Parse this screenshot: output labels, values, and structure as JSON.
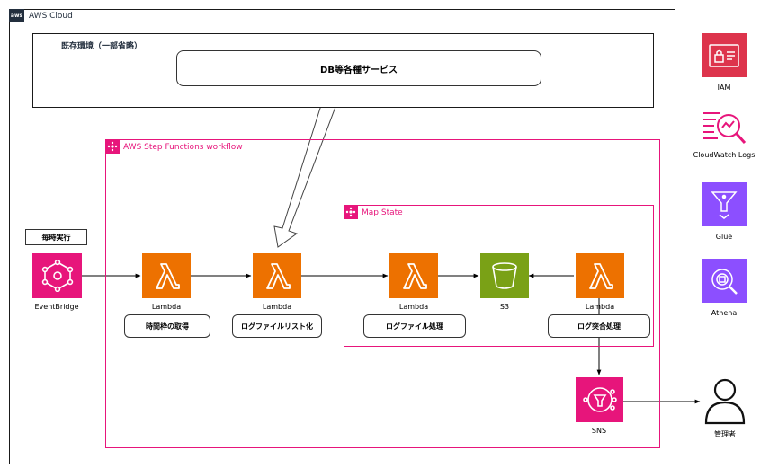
{
  "groups": {
    "aws_cloud": "AWS Cloud",
    "existing_env": "既存環境（一部省略）",
    "step_functions": "AWS Step Functions workflow",
    "map_state": "Map State"
  },
  "boxes": {
    "db_services": "DB等各種サービス",
    "hourly_run": "毎時実行",
    "get_time_window": "時間枠の取得",
    "list_log_files": "ログファイルリスト化",
    "process_log_file": "ログファイル処理",
    "log_matching": "ログ突合処理"
  },
  "services": {
    "eventbridge": "EventBridge",
    "lambda_1": "Lambda",
    "lambda_2": "Lambda",
    "lambda_3": "Lambda",
    "lambda_4": "Lambda",
    "s3": "S3",
    "sns": "SNS",
    "admin": "管理者"
  },
  "legend": {
    "iam": "IAM",
    "cloudwatch": "CloudWatch Logs",
    "glue": "Glue",
    "athena": "Athena"
  },
  "colors": {
    "lambda": "#ed7100",
    "s3": "#7aa116",
    "pink": "#e7157b",
    "iam": "#dd344c",
    "purple": "#8c4fff"
  }
}
